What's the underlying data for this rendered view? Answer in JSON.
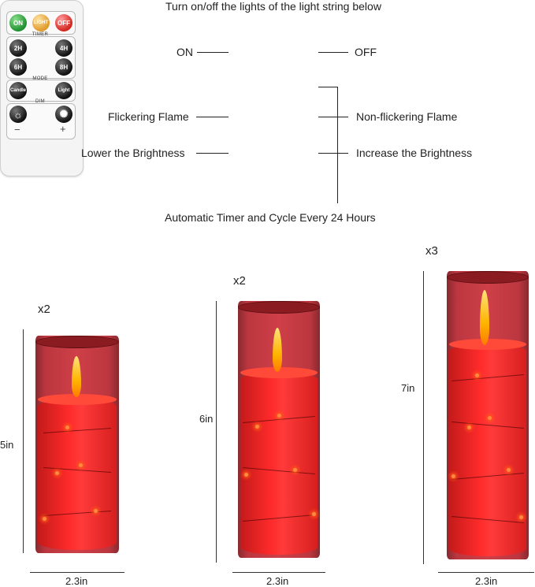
{
  "header": {
    "caption_top": "Turn on/off the lights of the light string below",
    "caption_bottom": "Automatic Timer and Cycle Every 24 Hours"
  },
  "callouts": {
    "on": "ON",
    "off": "OFF",
    "flicker": "Flickering Flame",
    "nonflicker": "Non-flickering Flame",
    "lower": "Lower the Brightness",
    "increase": "Increase the Brightness"
  },
  "remote": {
    "on_btn": "ON",
    "light_btn": "LIGHT",
    "off_btn": "OFF",
    "timer_label": "TIMER",
    "t2": "2H",
    "t4": "4H",
    "t6": "6H",
    "t8": "8H",
    "mode_label": "MODE",
    "candle": "Candle",
    "light": "Light",
    "dim_label": "DIM",
    "minus": "−",
    "plus": "+"
  },
  "candles": [
    {
      "count": "x2",
      "height": "5in",
      "width": "2.3in"
    },
    {
      "count": "x2",
      "height": "6in",
      "width": "2.3in"
    },
    {
      "count": "x3",
      "height": "7in",
      "width": "2.3in"
    }
  ],
  "colors": {
    "candle_red": "#e02020",
    "flame": "#ffb400",
    "led": "#ff8a40"
  }
}
